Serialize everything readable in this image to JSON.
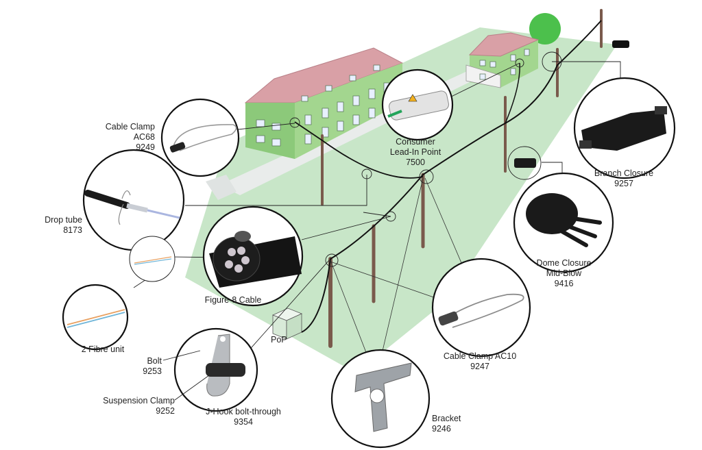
{
  "labels": {
    "cable_clamp_ac68": {
      "name_line1": "Cable Clamp",
      "name_line2": "AC68",
      "code": "9249"
    },
    "consumer_lead_in": {
      "name_line1": "Consumer",
      "name_line2": "Lead-In Point",
      "code": "7500"
    },
    "branch_closure": {
      "name": "Branch Closure",
      "code": "9257"
    },
    "drop_tube": {
      "name": "Drop tube",
      "code": "8173"
    },
    "figure8_cable": {
      "name": "Figure-8 Cable"
    },
    "dome_closure": {
      "name_line1": "Dome Closure",
      "name_line2": "Mid-Blow",
      "code": "9416"
    },
    "two_fibre_unit": {
      "name": "2 Fibre unit"
    },
    "pop": {
      "name": "PoP"
    },
    "cable_clamp_ac10": {
      "name": "Cable Clamp AC10",
      "code": "9247"
    },
    "bolt": {
      "name": "Bolt",
      "code": "9253"
    },
    "suspension_clamp": {
      "name": "Suspension Clamp",
      "code": "9252"
    },
    "jhook": {
      "name": "J-Hook bolt-through",
      "code": "9354"
    },
    "bracket": {
      "name": "Bracket",
      "code": "9246"
    }
  },
  "colors": {
    "ground": "#c8e6c8",
    "road": "#e9eceb",
    "house_wall": "#9dd38a",
    "house_roof": "#d9a0a6",
    "pole": "#7a5a4c",
    "cable": "#111111",
    "tree": "#4cc04c"
  }
}
